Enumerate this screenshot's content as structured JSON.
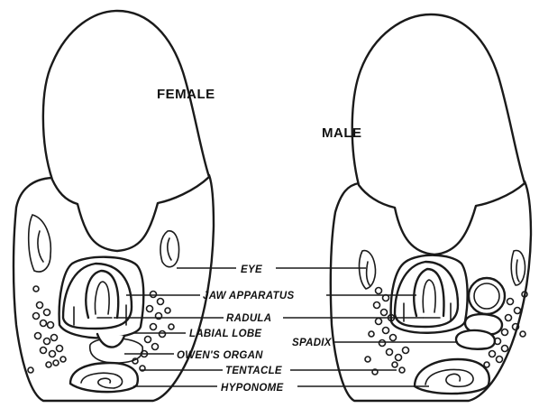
{
  "titles": {
    "female": "FEMALE",
    "male": "MALE"
  },
  "labels": {
    "eye": "EYE",
    "jaw_apparatus": "JAW APPARATUS",
    "radula": "RADULA",
    "labial_lobe": "LABIAL LOBE",
    "owens_organ": "OWEN'S ORGAN",
    "tentacle": "TENTACLE",
    "hyponome": "HYPONOME",
    "spadix": "SPADIX"
  },
  "colors": {
    "ink": "#1a1a1a",
    "stipple_bg": "#bdbdbd",
    "paper": "#ffffff"
  }
}
